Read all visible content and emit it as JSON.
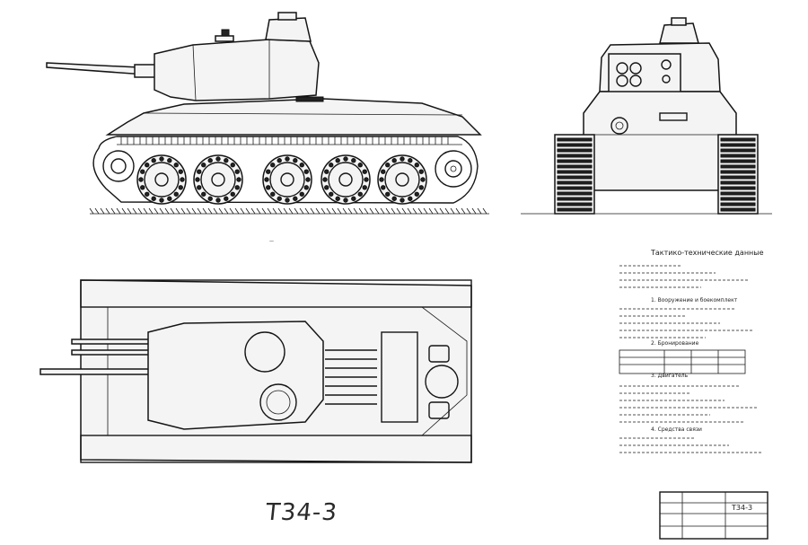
{
  "drawing": {
    "caption": "Т34-3",
    "spec_sheet": {
      "title": "Тактико-технические данные",
      "sections": [
        "1. Вооружение и боекомплект",
        "2. Бронирование",
        "3. Двигатель",
        "4. Средства связи"
      ]
    },
    "title_block": {
      "designation": "Т34-3"
    }
  }
}
